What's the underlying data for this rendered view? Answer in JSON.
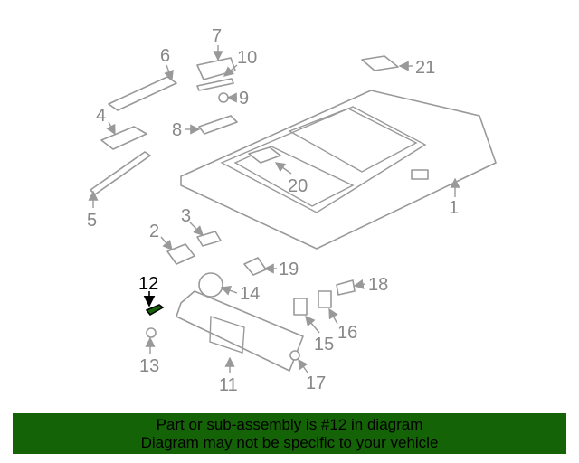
{
  "diagram": {
    "highlight_color": "#156307",
    "highlighted_part": "12",
    "callouts": [
      "1",
      "2",
      "3",
      "4",
      "5",
      "6",
      "7",
      "8",
      "9",
      "10",
      "11",
      "12",
      "13",
      "14",
      "15",
      "16",
      "17",
      "18",
      "19",
      "20",
      "21"
    ]
  },
  "banner": {
    "line1": "Part or sub-assembly is #12 in diagram",
    "line2": "Diagram may not be specific to your vehicle"
  }
}
